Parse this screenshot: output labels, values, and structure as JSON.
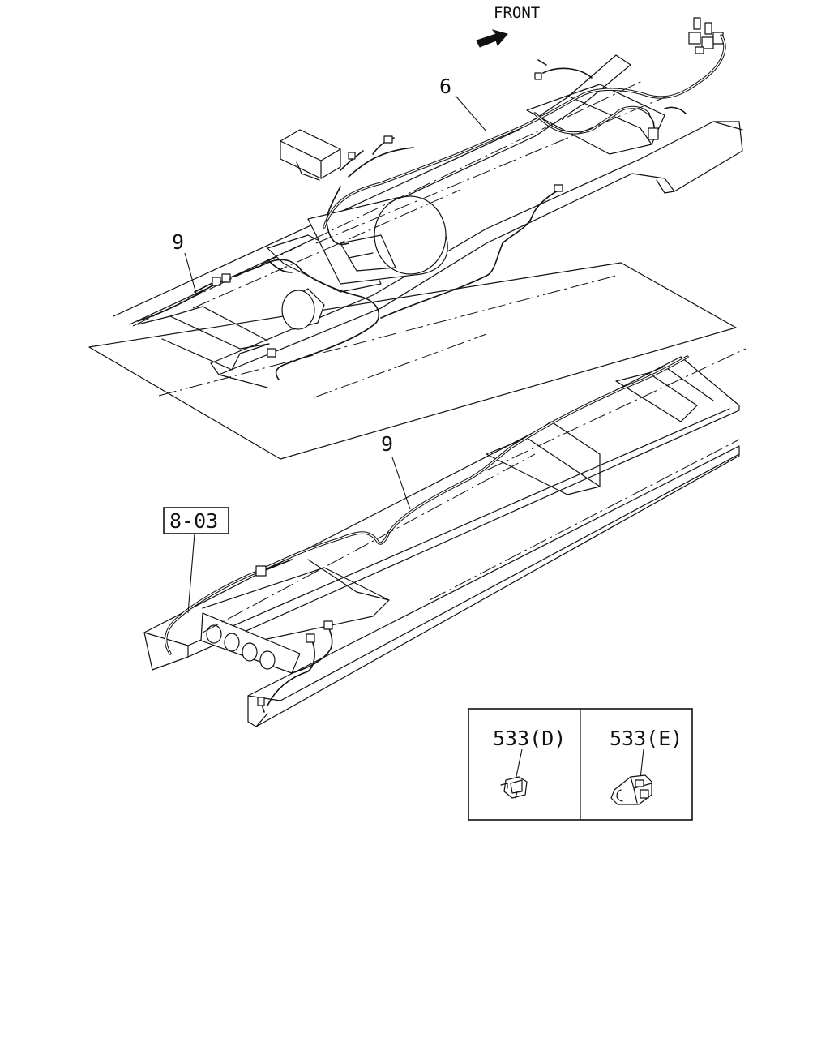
{
  "front_label": "FRONT",
  "callouts": {
    "harness_main": "6",
    "harness_rear_upper": "9",
    "harness_rear_lower": "9",
    "ref_box": "8-03"
  },
  "inset": {
    "left_label": "533(D)",
    "right_label": "533(E)"
  }
}
